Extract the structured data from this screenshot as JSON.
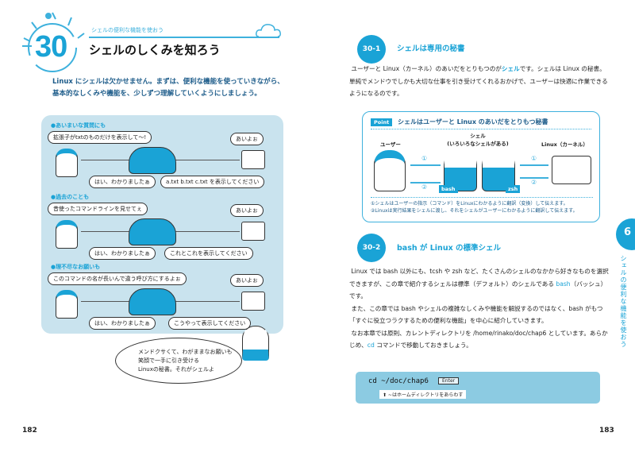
{
  "left_page": {
    "chapter_number": "30",
    "section_label": "シェルの便利な機能を使おう",
    "title": "シェルのしくみを知ろう",
    "intro": "Linux にシェルは欠かせません。まずは、便利な機能を使っていきながら、基本的なしくみや機能を、少しずつ理解していくようにしましょう。",
    "scenes": [
      {
        "label": "●あいまいな質問にも",
        "user_says": "拡張子がtxtのものだけを表示して〜!",
        "kernel_says": "あいよぉ",
        "shell_reply": "はい、わかりましたぁ",
        "shell_to_kernel": "a.txt b.txt c.txt を表示してください"
      },
      {
        "label": "●過去のことも",
        "user_says": "昔使ったコマンドラインを見せてぇ",
        "kernel_says": "あいよぉ",
        "shell_reply": "はい、わかりましたぁ",
        "shell_to_kernel": "これとこれを表示してください"
      },
      {
        "label": "●理不尽なお願いも",
        "user_says": "このコマンドの名が長いんで違う呼び方にするよぉ",
        "kernel_says": "あいよぉ",
        "shell_reply": "はい、わかりましたぁ",
        "shell_to_kernel": "こうやって表示してください"
      }
    ],
    "closing_bubble": [
      "メンドクサくて、わがままなお願いも",
      "笑顔で一手に引き受ける",
      "Linuxの秘書。それがシェルよ"
    ],
    "page_number": "182"
  },
  "right_page": {
    "section1": {
      "number": "30-1",
      "title": "シェルは専用の秘書",
      "body_pre": "ユーザーと Linux（カーネル）のあいだをとりもつのが",
      "body_hl": "シェル",
      "body_post": "です。シェルは Linux の秘書。単純でメンドウでしかも大切な仕事を引き受けてくれるおかげで、ユーザーは快適に作業できるようになるのです。"
    },
    "point": {
      "tag": "Point",
      "title": "シェルはユーザーと Linux のあいだをとりもつ秘書",
      "user_label": "ユーザー",
      "shell_label_1": "シェル",
      "shell_label_2": "(いろいろなシェルがある)",
      "kernel_label": "Linux（カーネル）",
      "arrow_1": "①",
      "arrow_2": "②",
      "shell_a": "bash",
      "shell_b": "zsh",
      "note_1": "①シェルはユーザーの指示（コマンド）をLinuxにわかるように翻訳（変換）して伝えます。",
      "note_2": "②Linuxは実行結果をシェルに渡し、それをシェルがユーザーにわかるように翻訳して伝えます。"
    },
    "section2": {
      "number": "30-2",
      "title": "bash が Linux の標準シェル",
      "p1_pre": "Linux では bash 以外にも、tcsh や zsh など、たくさんのシェルのなかから好きなものを選択できますが、この章で紹介するシェルは標準（デフォルト）のシェルである ",
      "p1_hl": "bash",
      "p1_post": "（バッシュ）です。",
      "p2": "また、この章では bash やシェルの複雑なしくみや機能を解説するのではなく、bash がもつ「すぐに役立つラクするための便利な機能」を中心に紹介していきます。",
      "p3_pre": "なお本章では原則、カレントディレクトリを /home/rinako/doc/chap6 としています。あらかじめ、",
      "p3_hl": "cd",
      "p3_post": " コマンドで移動しておきましょう。"
    },
    "command": {
      "text": "cd ~/doc/chap6",
      "key": "Enter",
      "note": "⬆ ~はホームディレクトリをあらわす"
    },
    "chapter_tab": {
      "number": "6",
      "label": "シェルの便利な機能を使おう"
    },
    "page_number": "183"
  },
  "colors": {
    "accent": "#1aa3d6",
    "panel_bg": "#c9e3ee",
    "command_bg": "#8ccbe2",
    "intro_text": "#1d5c8a"
  }
}
